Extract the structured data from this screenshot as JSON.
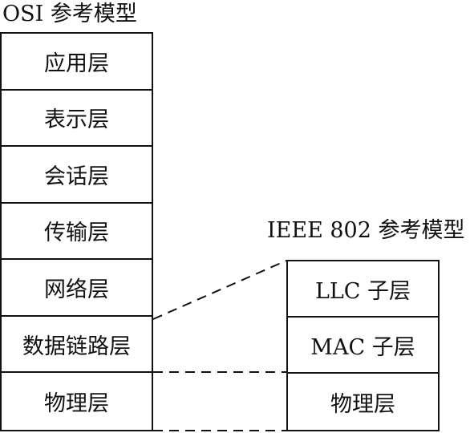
{
  "osi": {
    "title": "OSI 参考模型",
    "layers": [
      "应用层",
      "表示层",
      "会话层",
      "传输层",
      "网络层",
      "数据链路层",
      "物理层"
    ]
  },
  "ieee": {
    "title": "IEEE 802 参考模型",
    "layers": [
      "LLC 子层",
      "MAC 子层",
      "物理层"
    ]
  }
}
